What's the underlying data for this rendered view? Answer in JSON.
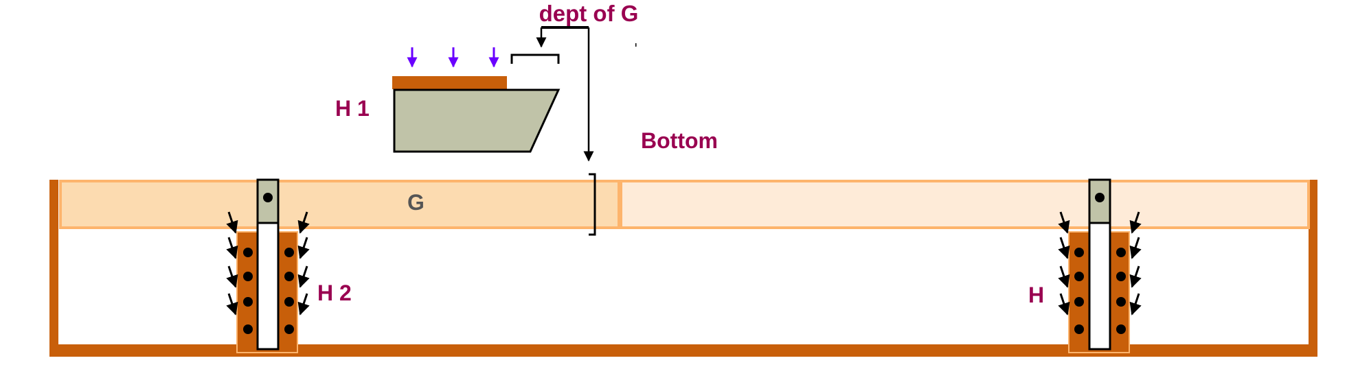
{
  "labels": {
    "depth": "dept of G",
    "h1": "H 1",
    "bottom": "Bottom",
    "g": "G",
    "h2": "H 2",
    "h": "H"
  },
  "colors": {
    "frame": "#C85F0A",
    "band_border": "#FDB46C",
    "band_left": "#FCDBB0",
    "band_right": "#FEEBD8",
    "block": "#C0C3A8",
    "label": "#990050",
    "load_arrow": "#6A00FF"
  }
}
